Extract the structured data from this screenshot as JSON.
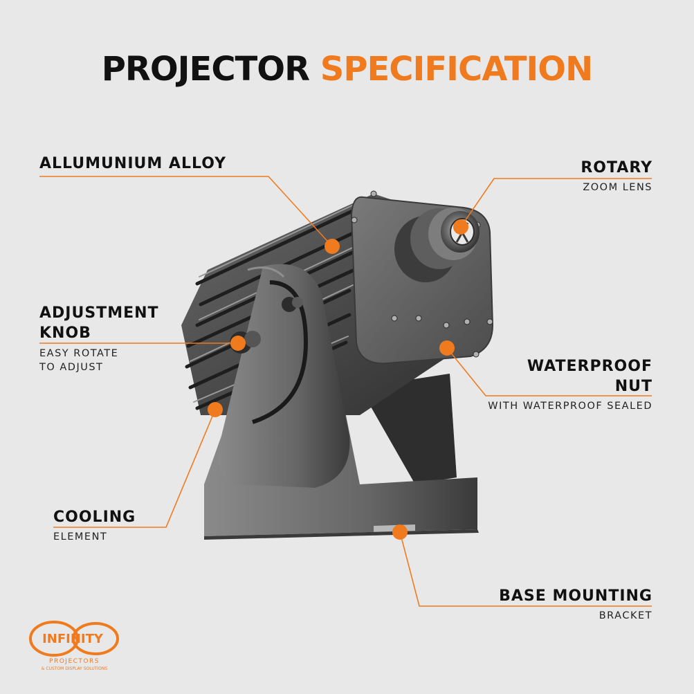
{
  "title": {
    "part1": "PROJECTOR",
    "part2": "SPECIFICATION"
  },
  "callouts": {
    "alloy": {
      "title": "ALLUMUNIUM  ALLOY"
    },
    "rotary": {
      "title": "ROTARY",
      "subtitle": "ZOOM  LENS"
    },
    "knob": {
      "title_line1": "ADJUSTMENT",
      "title_line2": "KNOB",
      "sub_line1": "EASY  ROTATE",
      "sub_line2": "TO  ADJUST"
    },
    "waterproof": {
      "title_line1": "WATERPROOF",
      "title_line2": "NUT",
      "subtitle": "WITH  WATERPROOF  SEALED"
    },
    "cooling": {
      "title": "COOLING",
      "subtitle": "ELEMENT"
    },
    "base": {
      "title": "BASE  MOUNTING",
      "subtitle": "BRACKET"
    }
  },
  "logo": {
    "name": "INFINITY",
    "line1": "PROJECTORS",
    "line2": "& CUSTOM DISPLAY SOLUTIONS"
  },
  "colors": {
    "accent": "#f07a1e",
    "text": "#111111",
    "background": "#e8e8e8"
  }
}
